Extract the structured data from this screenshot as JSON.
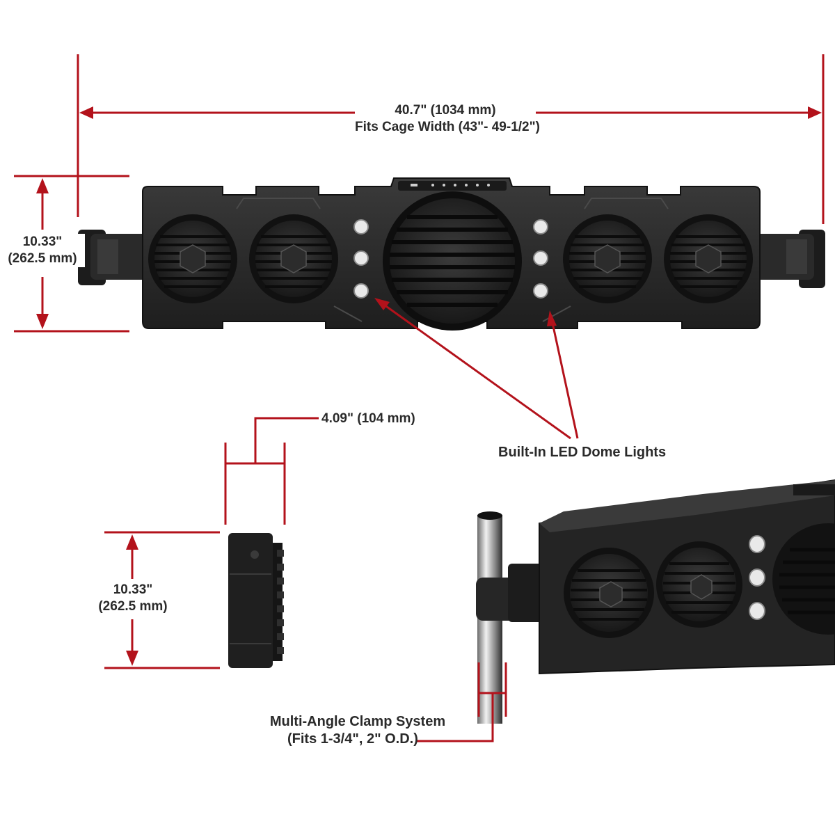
{
  "dimensions": {
    "overall_width": "40.7\" (1034 mm)",
    "cage_fit": "Fits Cage Width (43\"- 49-1/2\")",
    "front_height_in": "10.33\"",
    "front_height_mm": "(262.5 mm)",
    "depth": "4.09\" (104 mm)",
    "side_height_in": "10.33\"",
    "side_height_mm": "(262.5 mm)"
  },
  "callouts": {
    "led_lights": "Built-In LED Dome Lights",
    "clamp_line1": "Multi-Angle Clamp System",
    "clamp_line2": "(Fits 1-3/4\", 2\" O.D.)"
  },
  "colors": {
    "dimension_line": "#b3121b",
    "product_body": "#2b2b2b",
    "product_dark": "#161616",
    "led": "#e9e9e9"
  }
}
